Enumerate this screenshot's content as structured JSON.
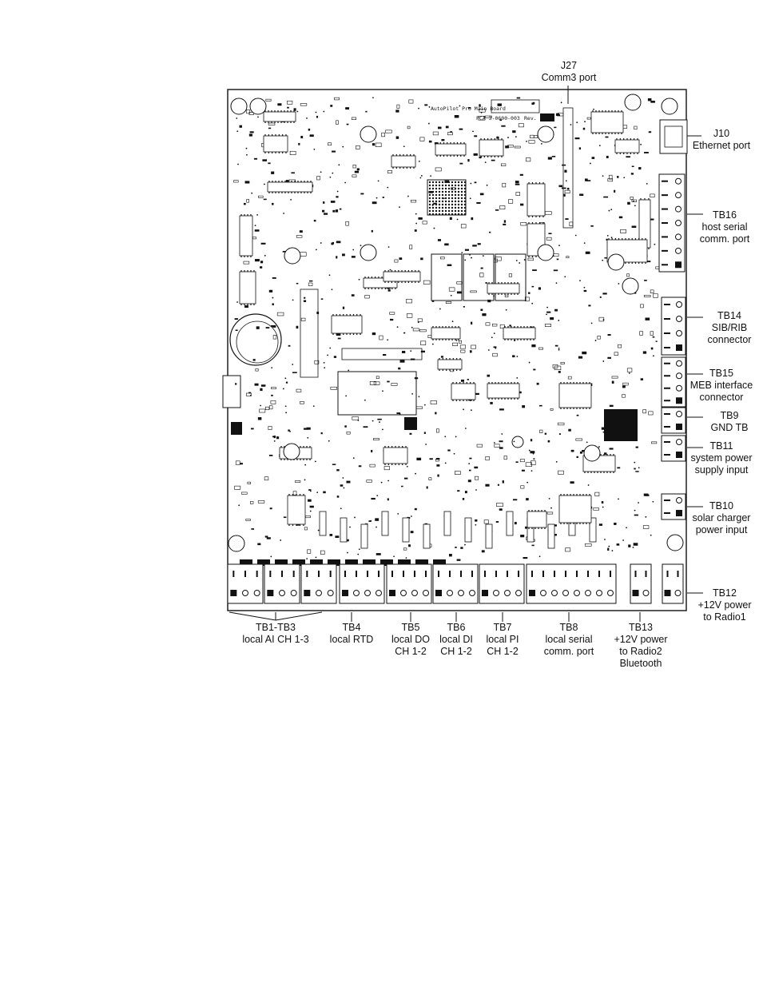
{
  "board": {
    "title": "AutoPilot Pro Main Board",
    "pca": "PCA 3-0600-003",
    "rev": "Rev."
  },
  "callouts": {
    "top": {
      "name": "J27",
      "desc": [
        "Comm3 port"
      ]
    },
    "right": [
      {
        "id": "j10",
        "name": "J10",
        "desc": [
          "Ethernet port"
        ]
      },
      {
        "id": "tb16",
        "name": "TB16",
        "desc": [
          "host serial",
          "comm. port"
        ]
      },
      {
        "id": "tb14",
        "name": "TB14",
        "desc": [
          "SIB/RIB",
          "connector"
        ]
      },
      {
        "id": "tb15",
        "name": "TB15",
        "desc": [
          "MEB interface",
          "connector"
        ]
      },
      {
        "id": "tb9",
        "name": "TB9",
        "desc": [
          "GND TB"
        ]
      },
      {
        "id": "tb11",
        "name": "TB11",
        "desc": [
          "system power",
          "supply input"
        ]
      },
      {
        "id": "tb10",
        "name": "TB10",
        "desc": [
          "solar charger",
          "power input"
        ]
      },
      {
        "id": "tb12",
        "name": "TB12",
        "desc": [
          "+12V power",
          "to Radio1"
        ]
      }
    ],
    "bottom": [
      {
        "id": "tb1-3",
        "name": "TB1-TB3",
        "desc": [
          "local AI CH 1-3"
        ]
      },
      {
        "id": "tb4",
        "name": "TB4",
        "desc": [
          "local RTD"
        ]
      },
      {
        "id": "tb5",
        "name": "TB5",
        "desc": [
          "local DO",
          "CH 1-2"
        ]
      },
      {
        "id": "tb6",
        "name": "TB6",
        "desc": [
          "local DI",
          "CH 1-2"
        ]
      },
      {
        "id": "tb7",
        "name": "TB7",
        "desc": [
          "local PI",
          "CH 1-2"
        ]
      },
      {
        "id": "tb8",
        "name": "TB8",
        "desc": [
          "local serial",
          "comm. port"
        ]
      },
      {
        "id": "tb13",
        "name": "TB13",
        "desc": [
          "+12V power",
          "to Radio2",
          "Bluetooth"
        ]
      }
    ]
  }
}
